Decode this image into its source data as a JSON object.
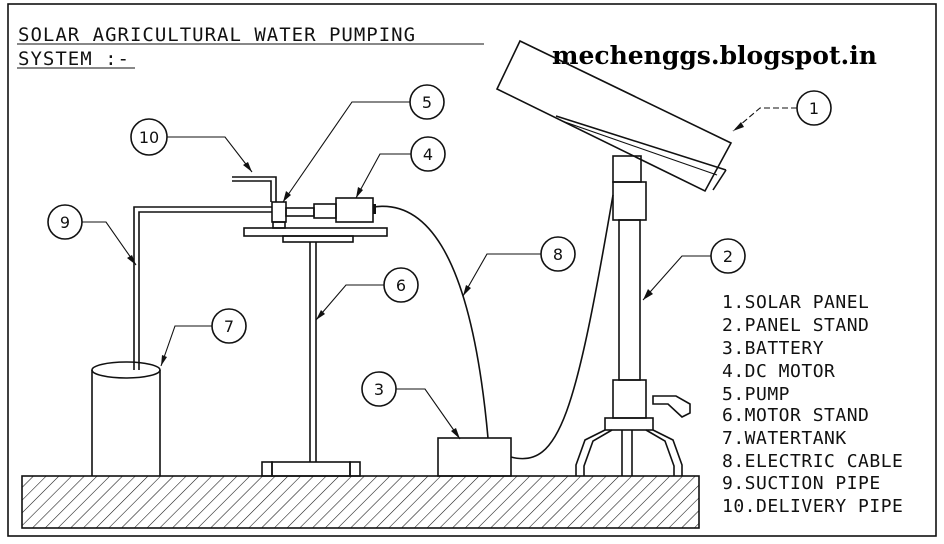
{
  "title": {
    "line1": "SOLAR AGRICULTURAL WATER PUMPING",
    "line2": "SYSTEM :-"
  },
  "watermark": "mechenggs.blogspot.in",
  "callouts": [
    "1",
    "2",
    "3",
    "4",
    "5",
    "6",
    "7",
    "8",
    "9",
    "10"
  ],
  "legend": [
    "1.SOLAR PANEL",
    "2.PANEL STAND",
    "3.BATTERY",
    "4.DC MOTOR",
    "5.PUMP",
    "6.MOTOR STAND",
    "7.WATERTANK",
    "8.ELECTRIC CABLE",
    "9.SUCTION PIPE",
    "10.DELIVERY PIPE"
  ],
  "colors": {
    "line": "#111111",
    "background": "#ffffff"
  }
}
